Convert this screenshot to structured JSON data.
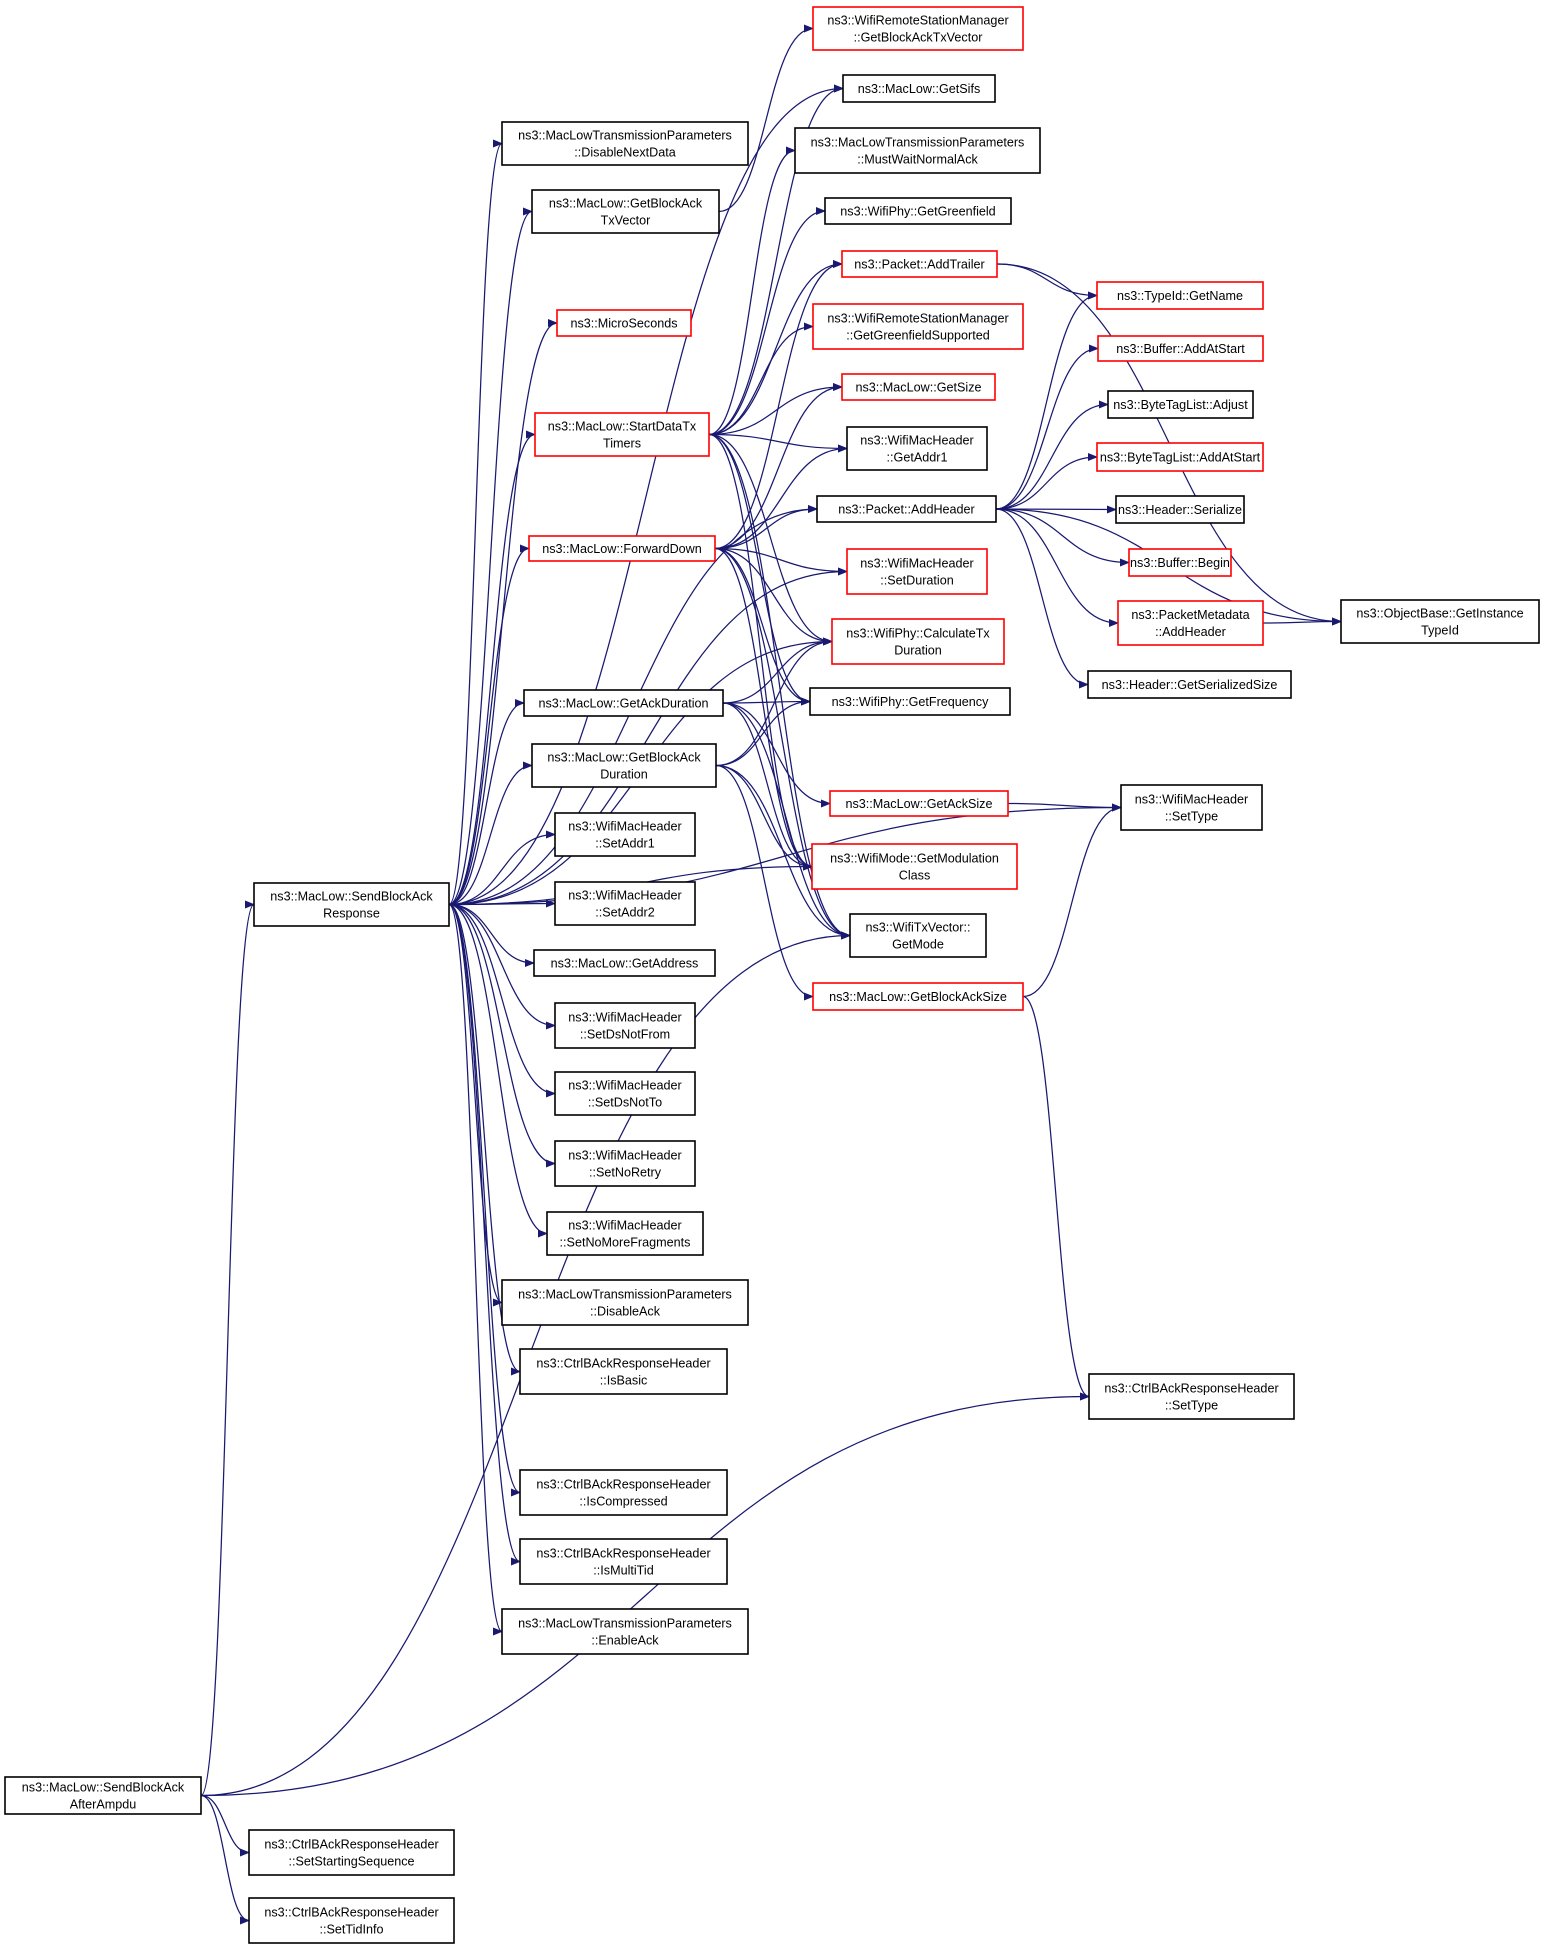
{
  "graph_title": "",
  "colors": {
    "edge": "#191970",
    "node_border_normal": "#000000",
    "node_border_truncated": "#ff0000",
    "node_fill_root": "#bfbfbf",
    "node_fill": "#ffffff"
  },
  "nodes": [
    {
      "id": "sendBlockAckAfterAmpdu",
      "lines": [
        "ns3::MacLow::SendBlockAck",
        "AfterAmpdu"
      ],
      "style": "root"
    },
    {
      "id": "setStartingSequence",
      "lines": [
        "ns3::CtrlBAckResponseHeader",
        "::SetStartingSequence"
      ],
      "style": "normal"
    },
    {
      "id": "setTidInfo",
      "lines": [
        "ns3::CtrlBAckResponseHeader",
        "::SetTidInfo"
      ],
      "style": "normal"
    },
    {
      "id": "sendBlockAckResponse",
      "lines": [
        "ns3::MacLow::SendBlockAck",
        "Response"
      ],
      "style": "normal"
    },
    {
      "id": "disableNextData",
      "lines": [
        "ns3::MacLowTransmissionParameters",
        "::DisableNextData"
      ],
      "style": "normal"
    },
    {
      "id": "getBlockAckTxVector",
      "lines": [
        "ns3::MacLow::GetBlockAck",
        "TxVector"
      ],
      "style": "normal"
    },
    {
      "id": "microSeconds",
      "lines": [
        "ns3::MicroSeconds"
      ],
      "style": "truncated"
    },
    {
      "id": "startDataTxTimers",
      "lines": [
        "ns3::MacLow::StartDataTx",
        "Timers"
      ],
      "style": "truncated"
    },
    {
      "id": "forwardDown",
      "lines": [
        "ns3::MacLow::ForwardDown"
      ],
      "style": "truncated"
    },
    {
      "id": "getAckDuration",
      "lines": [
        "ns3::MacLow::GetAckDuration"
      ],
      "style": "normal"
    },
    {
      "id": "getBlockAckDuration",
      "lines": [
        "ns3::MacLow::GetBlockAck",
        "Duration"
      ],
      "style": "normal"
    },
    {
      "id": "hdrSetAddr1",
      "lines": [
        "ns3::WifiMacHeader",
        "::SetAddr1"
      ],
      "style": "normal"
    },
    {
      "id": "hdrSetAddr2",
      "lines": [
        "ns3::WifiMacHeader",
        "::SetAddr2"
      ],
      "style": "normal"
    },
    {
      "id": "getAddress",
      "lines": [
        "ns3::MacLow::GetAddress"
      ],
      "style": "normal"
    },
    {
      "id": "setDsNotFrom",
      "lines": [
        "ns3::WifiMacHeader",
        "::SetDsNotFrom"
      ],
      "style": "normal"
    },
    {
      "id": "setDsNotTo",
      "lines": [
        "ns3::WifiMacHeader",
        "::SetDsNotTo"
      ],
      "style": "normal"
    },
    {
      "id": "setNoRetry",
      "lines": [
        "ns3::WifiMacHeader",
        "::SetNoRetry"
      ],
      "style": "normal"
    },
    {
      "id": "setNoMoreFragments",
      "lines": [
        "ns3::WifiMacHeader",
        "::SetNoMoreFragments"
      ],
      "style": "normal"
    },
    {
      "id": "disableAck",
      "lines": [
        "ns3::MacLowTransmissionParameters",
        "::DisableAck"
      ],
      "style": "normal"
    },
    {
      "id": "isBasic",
      "lines": [
        "ns3::CtrlBAckResponseHeader",
        "::IsBasic"
      ],
      "style": "normal"
    },
    {
      "id": "isCompressed",
      "lines": [
        "ns3::CtrlBAckResponseHeader",
        "::IsCompressed"
      ],
      "style": "normal"
    },
    {
      "id": "isMultiTid",
      "lines": [
        "ns3::CtrlBAckResponseHeader",
        "::IsMultiTid"
      ],
      "style": "normal"
    },
    {
      "id": "enableAck",
      "lines": [
        "ns3::MacLowTransmissionParameters",
        "::EnableAck"
      ],
      "style": "normal"
    },
    {
      "id": "wrsmGetBlockAckTxVector",
      "lines": [
        "ns3::WifiRemoteStationManager",
        "::GetBlockAckTxVector"
      ],
      "style": "truncated"
    },
    {
      "id": "getSifs",
      "lines": [
        "ns3::MacLow::GetSifs"
      ],
      "style": "normal"
    },
    {
      "id": "mustWaitNormalAck",
      "lines": [
        "ns3::MacLowTransmissionParameters",
        "::MustWaitNormalAck"
      ],
      "style": "normal"
    },
    {
      "id": "getGreenfield",
      "lines": [
        "ns3::WifiPhy::GetGreenfield"
      ],
      "style": "normal"
    },
    {
      "id": "addTrailer",
      "lines": [
        "ns3::Packet::AddTrailer"
      ],
      "style": "truncated"
    },
    {
      "id": "getGreenfieldSupported",
      "lines": [
        "ns3::WifiRemoteStationManager",
        "::GetGreenfieldSupported"
      ],
      "style": "truncated"
    },
    {
      "id": "macLowGetSize",
      "lines": [
        "ns3::MacLow::GetSize"
      ],
      "style": "truncated"
    },
    {
      "id": "getAddr1",
      "lines": [
        "ns3::WifiMacHeader",
        "::GetAddr1"
      ],
      "style": "normal"
    },
    {
      "id": "addHeader",
      "lines": [
        "ns3::Packet::AddHeader"
      ],
      "style": "normal"
    },
    {
      "id": "setDuration",
      "lines": [
        "ns3::WifiMacHeader",
        "::SetDuration"
      ],
      "style": "truncated"
    },
    {
      "id": "calculateTxDuration",
      "lines": [
        "ns3::WifiPhy::CalculateTx",
        "Duration"
      ],
      "style": "truncated"
    },
    {
      "id": "getFrequency",
      "lines": [
        "ns3::WifiPhy::GetFrequency"
      ],
      "style": "normal"
    },
    {
      "id": "getAckSize",
      "lines": [
        "ns3::MacLow::GetAckSize"
      ],
      "style": "truncated"
    },
    {
      "id": "getModulationClass",
      "lines": [
        "ns3::WifiMode::GetModulation",
        "Class"
      ],
      "style": "truncated"
    },
    {
      "id": "getMode",
      "lines": [
        "ns3::WifiTxVector::",
        "GetMode"
      ],
      "style": "normal"
    },
    {
      "id": "getBlockAckSize",
      "lines": [
        "ns3::MacLow::GetBlockAckSize"
      ],
      "style": "truncated"
    },
    {
      "id": "getName",
      "lines": [
        "ns3::TypeId::GetName"
      ],
      "style": "truncated"
    },
    {
      "id": "bufferAddAtStart",
      "lines": [
        "ns3::Buffer::AddAtStart"
      ],
      "style": "truncated"
    },
    {
      "id": "byteTagListAdjust",
      "lines": [
        "ns3::ByteTagList::Adjust"
      ],
      "style": "normal"
    },
    {
      "id": "byteTagListAddAtStart",
      "lines": [
        "ns3::ByteTagList::AddAtStart"
      ],
      "style": "truncated"
    },
    {
      "id": "headerSerialize",
      "lines": [
        "ns3::Header::Serialize"
      ],
      "style": "normal"
    },
    {
      "id": "bufferBegin",
      "lines": [
        "ns3::Buffer::Begin"
      ],
      "style": "truncated"
    },
    {
      "id": "packetMetadataAddHeader",
      "lines": [
        "ns3::PacketMetadata",
        "::AddHeader"
      ],
      "style": "truncated"
    },
    {
      "id": "getInstanceTypeId",
      "lines": [
        "ns3::ObjectBase::GetInstance",
        "TypeId"
      ],
      "style": "normal"
    },
    {
      "id": "headerGetSerializedSize",
      "lines": [
        "ns3::Header::GetSerializedSize"
      ],
      "style": "normal"
    },
    {
      "id": "hdrSetType",
      "lines": [
        "ns3::WifiMacHeader",
        "::SetType"
      ],
      "style": "normal"
    },
    {
      "id": "ctrlSetType",
      "lines": [
        "ns3::CtrlBAckResponseHeader",
        "::SetType"
      ],
      "style": "normal"
    }
  ],
  "edges": [
    [
      "sendBlockAckAfterAmpdu",
      "setStartingSequence"
    ],
    [
      "sendBlockAckAfterAmpdu",
      "setTidInfo"
    ],
    [
      "sendBlockAckAfterAmpdu",
      "sendBlockAckResponse"
    ],
    [
      "sendBlockAckAfterAmpdu",
      "ctrlSetType"
    ],
    [
      "sendBlockAckAfterAmpdu",
      "getMode"
    ],
    [
      "sendBlockAckResponse",
      "disableNextData"
    ],
    [
      "sendBlockAckResponse",
      "getBlockAckTxVector"
    ],
    [
      "sendBlockAckResponse",
      "microSeconds"
    ],
    [
      "sendBlockAckResponse",
      "startDataTxTimers"
    ],
    [
      "sendBlockAckResponse",
      "forwardDown"
    ],
    [
      "sendBlockAckResponse",
      "getAckDuration"
    ],
    [
      "sendBlockAckResponse",
      "getBlockAckDuration"
    ],
    [
      "sendBlockAckResponse",
      "hdrSetAddr1"
    ],
    [
      "sendBlockAckResponse",
      "hdrSetAddr2"
    ],
    [
      "sendBlockAckResponse",
      "getAddress"
    ],
    [
      "sendBlockAckResponse",
      "setDsNotFrom"
    ],
    [
      "sendBlockAckResponse",
      "setDsNotTo"
    ],
    [
      "sendBlockAckResponse",
      "setNoRetry"
    ],
    [
      "sendBlockAckResponse",
      "setNoMoreFragments"
    ],
    [
      "sendBlockAckResponse",
      "disableAck"
    ],
    [
      "sendBlockAckResponse",
      "isBasic"
    ],
    [
      "sendBlockAckResponse",
      "isCompressed"
    ],
    [
      "sendBlockAckResponse",
      "isMultiTid"
    ],
    [
      "sendBlockAckResponse",
      "enableAck"
    ],
    [
      "sendBlockAckResponse",
      "getSifs"
    ],
    [
      "sendBlockAckResponse",
      "addHeader"
    ],
    [
      "sendBlockAckResponse",
      "setDuration"
    ],
    [
      "sendBlockAckResponse",
      "hdrSetType"
    ],
    [
      "sendBlockAckResponse",
      "calculateTxDuration"
    ],
    [
      "sendBlockAckResponse",
      "getModulationClass"
    ],
    [
      "getBlockAckTxVector",
      "wrsmGetBlockAckTxVector"
    ],
    [
      "startDataTxTimers",
      "getSifs"
    ],
    [
      "startDataTxTimers",
      "mustWaitNormalAck"
    ],
    [
      "startDataTxTimers",
      "getGreenfield"
    ],
    [
      "startDataTxTimers",
      "addTrailer"
    ],
    [
      "startDataTxTimers",
      "getGreenfieldSupported"
    ],
    [
      "startDataTxTimers",
      "macLowGetSize"
    ],
    [
      "startDataTxTimers",
      "getAddr1"
    ],
    [
      "startDataTxTimers",
      "calculateTxDuration"
    ],
    [
      "startDataTxTimers",
      "getFrequency"
    ],
    [
      "startDataTxTimers",
      "getModulationClass"
    ],
    [
      "startDataTxTimers",
      "getMode"
    ],
    [
      "forwardDown",
      "addHeader"
    ],
    [
      "forwardDown",
      "getAddr1"
    ],
    [
      "forwardDown",
      "setDuration"
    ],
    [
      "forwardDown",
      "calculateTxDuration"
    ],
    [
      "forwardDown",
      "getFrequency"
    ],
    [
      "forwardDown",
      "getMode"
    ],
    [
      "forwardDown",
      "getModulationClass"
    ],
    [
      "forwardDown",
      "addTrailer"
    ],
    [
      "forwardDown",
      "macLowGetSize"
    ],
    [
      "getAckDuration",
      "calculateTxDuration"
    ],
    [
      "getAckDuration",
      "getFrequency"
    ],
    [
      "getAckDuration",
      "getAckSize"
    ],
    [
      "getAckDuration",
      "getModulationClass"
    ],
    [
      "getAckDuration",
      "getMode"
    ],
    [
      "getBlockAckDuration",
      "calculateTxDuration"
    ],
    [
      "getBlockAckDuration",
      "getFrequency"
    ],
    [
      "getBlockAckDuration",
      "getBlockAckSize"
    ],
    [
      "getBlockAckDuration",
      "getModulationClass"
    ],
    [
      "getBlockAckDuration",
      "getMode"
    ],
    [
      "addTrailer",
      "getName"
    ],
    [
      "addTrailer",
      "getInstanceTypeId"
    ],
    [
      "addHeader",
      "getName"
    ],
    [
      "addHeader",
      "bufferAddAtStart"
    ],
    [
      "addHeader",
      "byteTagListAdjust"
    ],
    [
      "addHeader",
      "byteTagListAddAtStart"
    ],
    [
      "addHeader",
      "headerSerialize"
    ],
    [
      "addHeader",
      "bufferBegin"
    ],
    [
      "addHeader",
      "packetMetadataAddHeader"
    ],
    [
      "addHeader",
      "headerGetSerializedSize"
    ],
    [
      "addHeader",
      "getInstanceTypeId"
    ],
    [
      "packetMetadataAddHeader",
      "getInstanceTypeId"
    ],
    [
      "getAckSize",
      "hdrSetType"
    ],
    [
      "getBlockAckSize",
      "hdrSetType"
    ],
    [
      "getBlockAckSize",
      "ctrlSetType"
    ]
  ]
}
